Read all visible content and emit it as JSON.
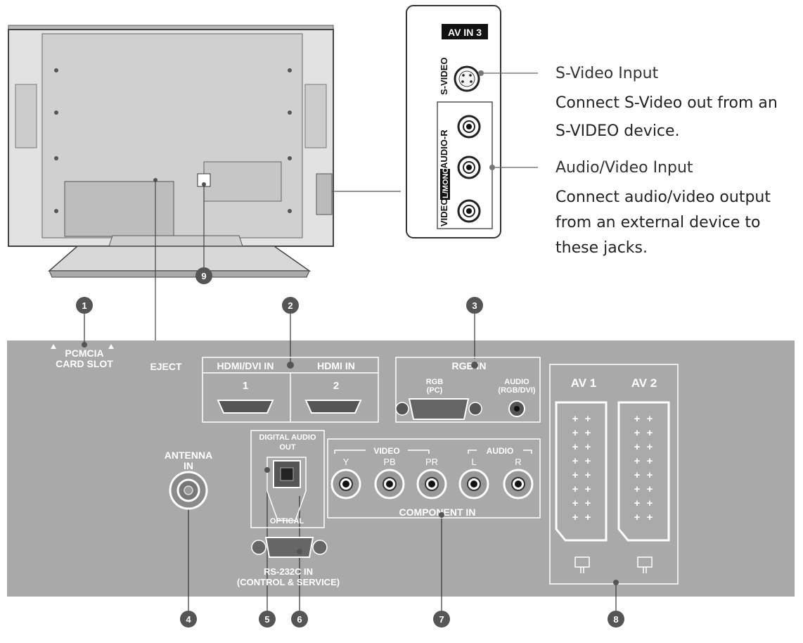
{
  "side_panel": {
    "header": "AV IN 3",
    "svideo_label": "S-VIDEO",
    "audio_r_label": "AUDIO-R",
    "lmono_label": "L/MONO",
    "video_label": "VIDEO"
  },
  "callouts": [
    {
      "title": "S-Video Input",
      "lines": [
        "Connect S-Video out from an",
        "S-VIDEO device."
      ]
    },
    {
      "title": "Audio/Video Input",
      "lines": [
        "Connect audio/video output",
        "from an external device to",
        "these jacks."
      ]
    }
  ],
  "badges": [
    "1",
    "2",
    "3",
    "4",
    "5",
    "6",
    "7",
    "8",
    "9"
  ],
  "panel": {
    "pcmcia_line1": "PCMCIA",
    "pcmcia_line2": "CARD SLOT",
    "eject": "EJECT",
    "hdmi_dvi": "HDMI/DVI IN",
    "hdmi": "HDMI IN",
    "hdmi1": "1",
    "hdmi2": "2",
    "rgb_in": "RGB IN",
    "rgb_pc_1": "RGB",
    "rgb_pc_2": "(PC)",
    "audio_rgb_1": "AUDIO",
    "audio_rgb_2": "(RGB/DVI)",
    "antenna_1": "ANTENNA",
    "antenna_2": "IN",
    "digital_audio_1": "DIGITAL AUDIO",
    "digital_audio_2": "OUT",
    "optical": "OPTICAL",
    "video_grp": "VIDEO",
    "audio_grp": "AUDIO",
    "comp_labels": [
      "Y",
      "PB",
      "PR",
      "L",
      "R"
    ],
    "component_in": "COMPONENT IN",
    "rs232_1": "RS-232C IN",
    "rs232_2": "(CONTROL & SERVICE)",
    "av1": "AV 1",
    "av2": "AV 2"
  }
}
